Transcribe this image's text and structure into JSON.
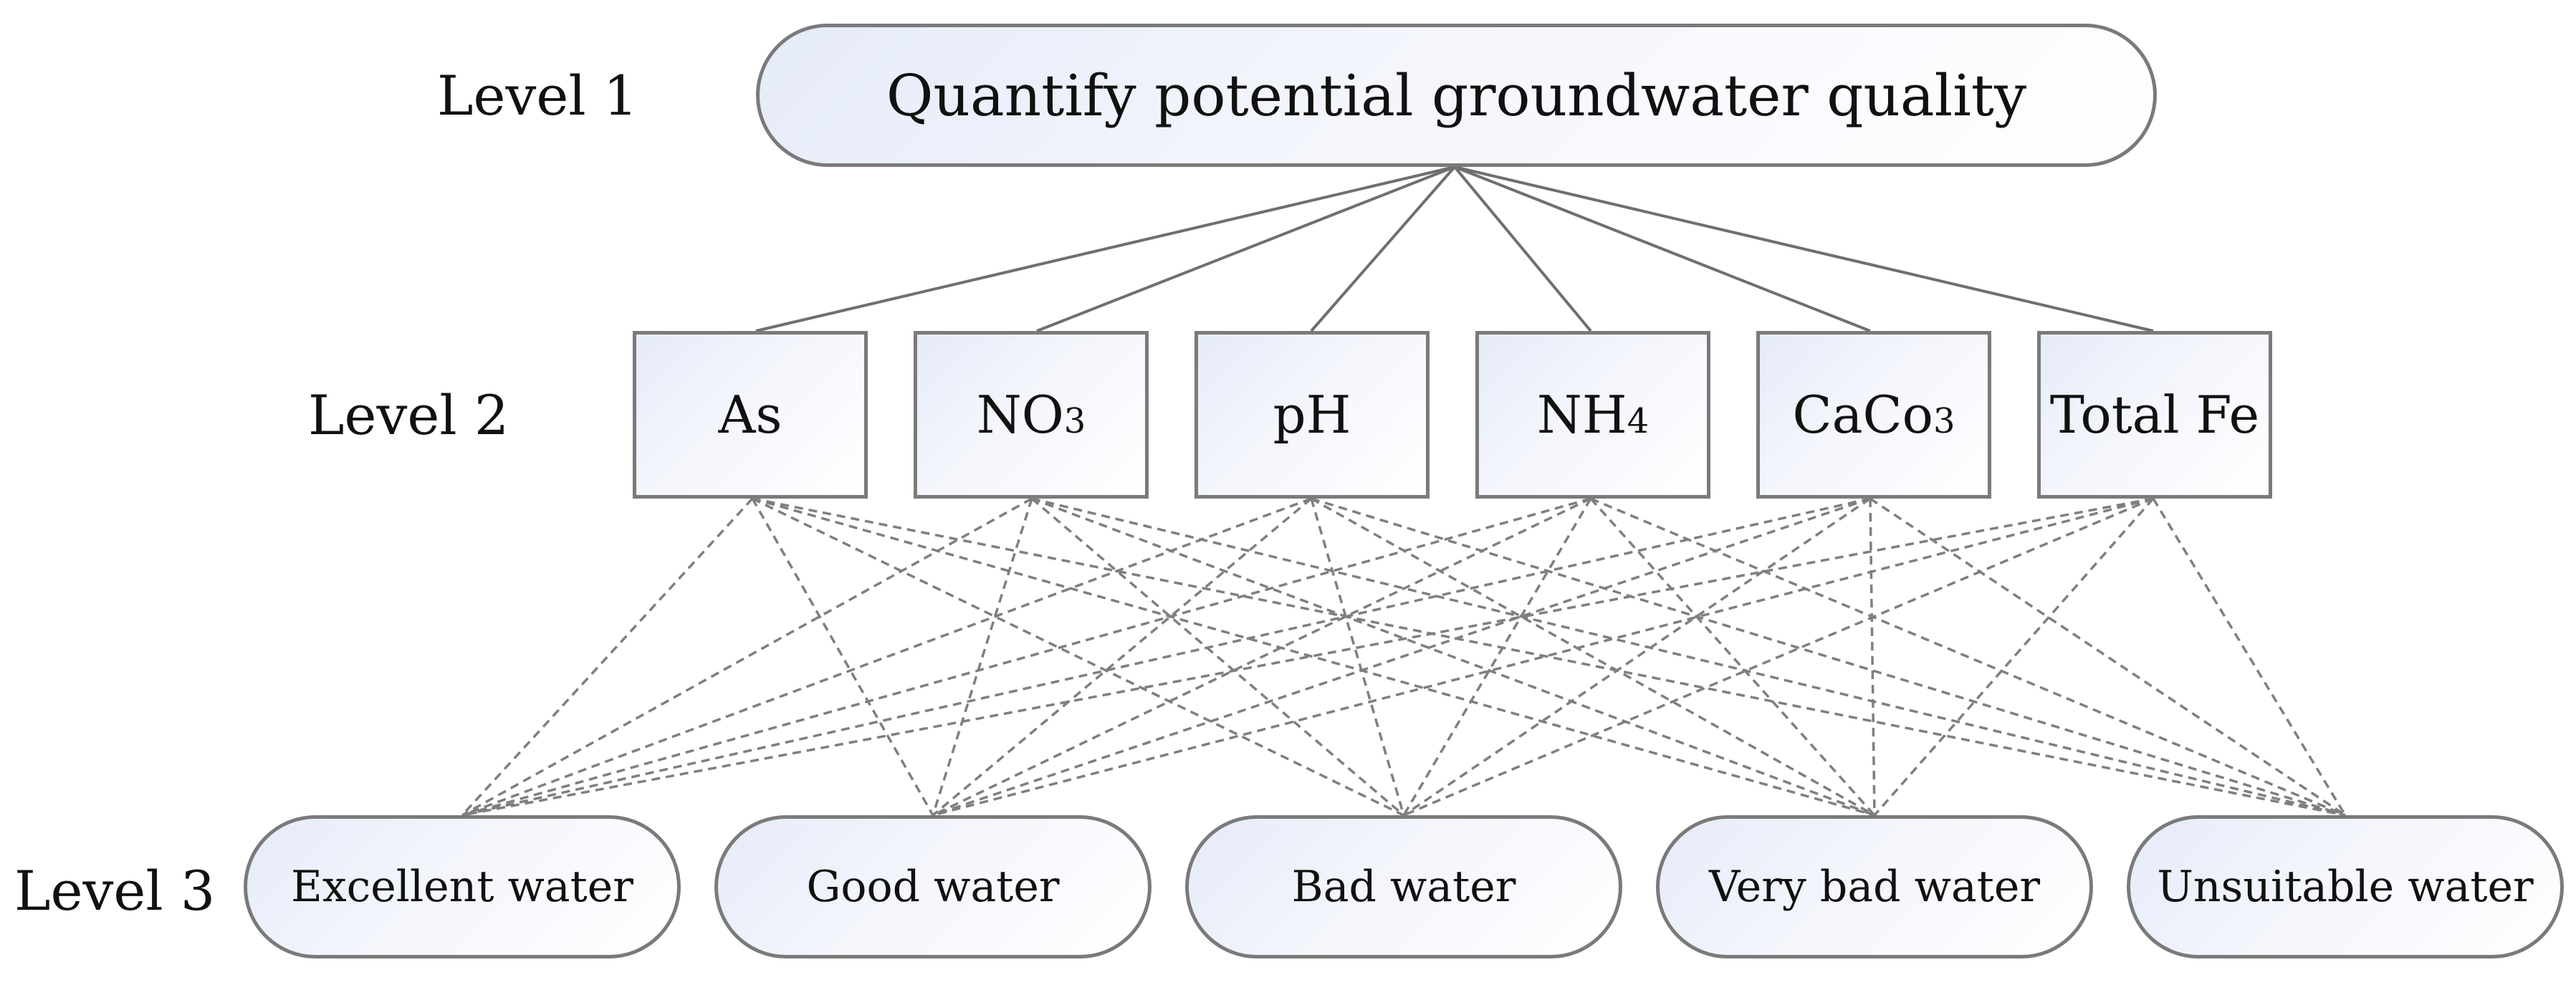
{
  "levels": {
    "level1": "Level 1",
    "level2": "Level 2",
    "level3": "Level 3"
  },
  "goal": "Quantify potential groundwater quality",
  "criteria": [
    {
      "main": "As",
      "sub": ""
    },
    {
      "main": "NO",
      "sub": "3"
    },
    {
      "main": "pH",
      "sub": ""
    },
    {
      "main": "NH",
      "sub": "4"
    },
    {
      "main": "CaCo",
      "sub": "3"
    },
    {
      "main": "Total Fe",
      "sub": ""
    }
  ],
  "alternatives": [
    "Excellent water",
    "Good water",
    "Bad water",
    "Very bad water",
    "Unsuitable water"
  ],
  "colors": {
    "box_border": "#7a7a7a",
    "fill_start": "#e5ebf8",
    "fill_end": "#ffffff",
    "solid_line": "#6f6f6f",
    "dashed_line": "#7f7f7f",
    "text": "#111111"
  }
}
